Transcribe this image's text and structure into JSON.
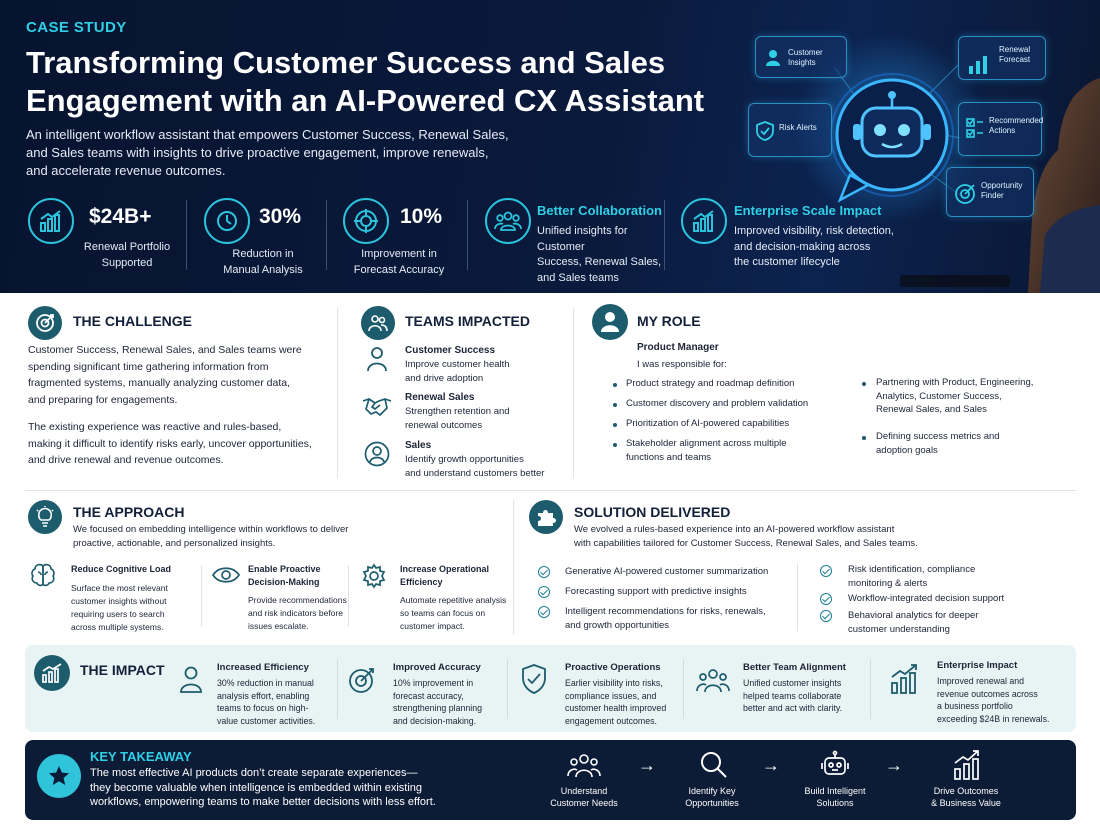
{
  "hero": {
    "eyebrow": "CASE STUDY",
    "title_line1": "Transforming Customer Success and Sales",
    "title_line2": "Engagement with an AI-Powered CX Assistant",
    "subtitle_line1": "An intelligent workflow assistant that empowers Customer Success, Renewal Sales,",
    "subtitle_line2": "and Sales teams with insights to drive proactive engagement, improve renewals,",
    "subtitle_line3": "and accelerate revenue outcomes.",
    "stats": [
      {
        "value": "$24B+",
        "label1": "Renewal Portfolio",
        "label2": "Supported",
        "icon": "growth-chart-icon"
      },
      {
        "value": "30%",
        "label1": "Reduction in",
        "label2": "Manual Analysis",
        "icon": "clock-icon"
      },
      {
        "value": "10%",
        "label1": "Improvement in",
        "label2": "Forecast Accuracy",
        "icon": "target-icon"
      }
    ],
    "feature1": {
      "title": "Better Collaboration",
      "d1": "Unified insights for Customer",
      "d2": "Success, Renewal Sales,",
      "d3": "and Sales teams"
    },
    "feature2": {
      "title": "Enterprise Scale Impact",
      "d1": "Improved visibility, risk detection,",
      "d2": "and decision-making across",
      "d3": "the customer lifecycle"
    },
    "chips": {
      "insights1": "Customer",
      "insights2": "Insights",
      "forecast1": "Renewal",
      "forecast2": "Forecast",
      "risk": "Risk Alerts",
      "actions1": "Recommended",
      "actions2": "Actions",
      "finder1": "Opportunity",
      "finder2": "Finder"
    }
  },
  "challenge": {
    "title": "THE CHALLENGE",
    "p1": [
      "Customer Success, Renewal Sales, and Sales teams were",
      "spending significant time gathering information from",
      "fragmented systems, manually analyzing customer data,",
      "and preparing for engagements."
    ],
    "p2": [
      "The existing experience was reactive and rules-based,",
      "making it difficult to identify risks early, uncover opportunities,",
      "and drive renewal and revenue outcomes."
    ]
  },
  "teams": {
    "title": "TEAMS IMPACTED",
    "items": [
      {
        "name": "Customer Success",
        "d1": "Improve customer health",
        "d2": "and drive adoption"
      },
      {
        "name": "Renewal Sales",
        "d1": "Strengthen retention and",
        "d2": "renewal outcomes"
      },
      {
        "name": "Sales",
        "d1": "Identify growth opportunities",
        "d2": "and understand customers better"
      }
    ]
  },
  "role": {
    "title": "MY ROLE",
    "position": "Product Manager",
    "intro": "I was responsible for:",
    "left": [
      {
        "l1": "Product strategy and roadmap definition",
        "l2": ""
      },
      {
        "l1": "Customer discovery and problem validation",
        "l2": ""
      },
      {
        "l1": "Prioritization of AI-powered capabilities",
        "l2": ""
      },
      {
        "l1": "Stakeholder alignment across multiple",
        "l2": "functions and teams"
      }
    ],
    "right": [
      {
        "l1": "Partnering with Product, Engineering,",
        "l2": "Analytics, Customer Success,",
        "l3": "Renewal Sales, and Sales"
      },
      {
        "l1": "Defining success metrics and",
        "l2": "adoption goals",
        "l3": ""
      }
    ]
  },
  "approach": {
    "title": "THE APPROACH",
    "d1": "We focused on embedding intelligence within workflows to deliver",
    "d2": "proactive, actionable, and personalized insights.",
    "items": [
      {
        "t1": "Reduce Cognitive Load",
        "t2": "",
        "d": [
          "Surface the most relevant",
          "customer insights without",
          "requiring users to search",
          "across multiple systems."
        ]
      },
      {
        "t1": "Enable Proactive",
        "t2": "Decision-Making",
        "d": [
          "Provide recommendations",
          "and risk indicators before",
          "issues escalate."
        ]
      },
      {
        "t1": "Increase Operational",
        "t2": "Efficiency",
        "d": [
          "Automate repetitive analysis",
          "so teams can focus on",
          "customer impact."
        ]
      }
    ]
  },
  "solution": {
    "title": "SOLUTION DELIVERED",
    "d1": "We evolved a rules-based experience into an AI-powered workflow assistant",
    "d2": "with capabilities tailored for Customer Success, Renewal Sales, and Sales teams.",
    "left": [
      {
        "l1": "Generative AI-powered customer summarization",
        "l2": ""
      },
      {
        "l1": "Forecasting support with predictive insights",
        "l2": ""
      },
      {
        "l1": "Intelligent recommendations for risks, renewals,",
        "l2": "and growth opportunities"
      }
    ],
    "right": [
      {
        "l1": "Risk identification, compliance",
        "l2": "monitoring & alerts"
      },
      {
        "l1": "Workflow-integrated decision support",
        "l2": ""
      },
      {
        "l1": "Behavioral analytics for deeper",
        "l2": "customer understanding"
      }
    ]
  },
  "impact": {
    "title": "THE IMPACT",
    "items": [
      {
        "title": "Increased Efficiency",
        "d": [
          "30% reduction in manual",
          "analysis effort, enabling",
          "teams to focus on high-",
          "value customer activities."
        ]
      },
      {
        "title": "Improved Accuracy",
        "d": [
          "10% improvement in",
          "forecast accuracy,",
          "strengthening planning",
          "and decision-making."
        ]
      },
      {
        "title": "Proactive Operations",
        "d": [
          "Earlier visibility into risks,",
          "compliance issues, and",
          "customer health improved",
          "engagement outcomes."
        ]
      },
      {
        "title": "Better Team Alignment",
        "d": [
          "Unified customer insights",
          "helped teams collaborate",
          "better and act with clarity."
        ]
      },
      {
        "title": "Enterprise Impact",
        "d": [
          "Improved renewal and",
          "revenue outcomes across",
          "a business portfolio",
          "exceeding $24B in renewals."
        ]
      }
    ]
  },
  "takeaway": {
    "title": "KEY TAKEAWAY",
    "l1": "The most effective AI products don’t create separate experiences—",
    "l2": "they become valuable when intelligence is embedded within existing",
    "l3": "workflows, empowering teams to make better decisions with less effort.",
    "steps": [
      {
        "l1": "Understand",
        "l2": "Customer Needs"
      },
      {
        "l1": "Identify Key",
        "l2": "Opportunities"
      },
      {
        "l1": "Build Intelligent",
        "l2": "Solutions"
      },
      {
        "l1": "Drive Outcomes",
        "l2": "& Business Value"
      }
    ],
    "arrow": "→"
  }
}
